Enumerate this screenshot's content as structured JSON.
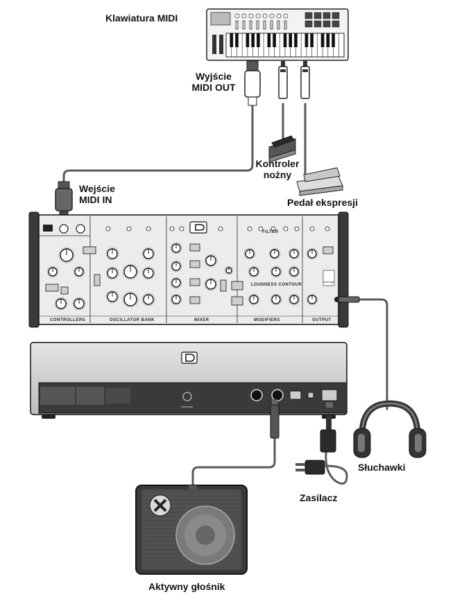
{
  "labels": {
    "midi_keyboard": "Klawiatura MIDI",
    "midi_out": [
      "Wyjście",
      "MIDI OUT"
    ],
    "foot_controller": [
      "Kontroler",
      "nożny"
    ],
    "midi_in": [
      "Wejście",
      "MIDI IN"
    ],
    "expression_pedal": "Pedał ekspresji",
    "headphones": "Słuchawki",
    "power_supply": "Zasilacz",
    "active_speaker": "Aktywny głośnik"
  },
  "panel_sections": [
    "CONTROLLERS",
    "OSCILLATOR BANK",
    "MIXER",
    "MODIFIERS",
    "OUTPUT"
  ],
  "panel_subsections": {
    "filter": "FILTER",
    "loudness_contour": "LOUDNESS CONTOUR"
  },
  "brand": "behringer",
  "colors": {
    "ink": "#111111",
    "panel": "#e9e9e9",
    "cable": "#555555",
    "dark": "#2a2a2a"
  }
}
